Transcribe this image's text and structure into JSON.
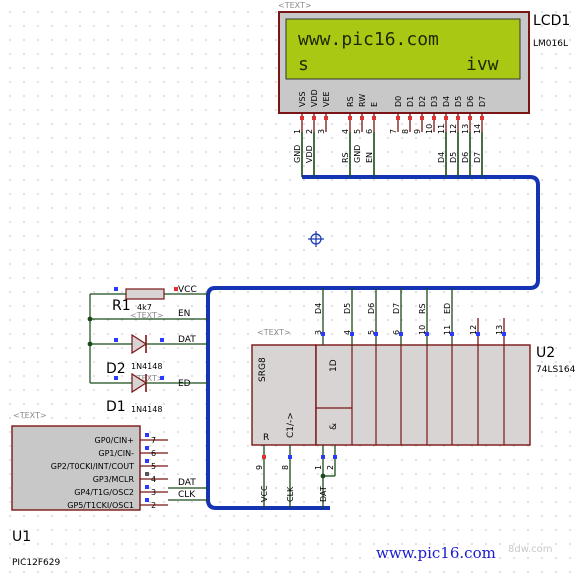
{
  "lcd": {
    "tag": "<TEXT>",
    "name": "LCD1",
    "model": "LM016L",
    "line1": "www.pic16.com",
    "line2_left": "s",
    "line2_right": "ivw",
    "pin_labels": [
      "VSS",
      "VDD",
      "VEE",
      "RS",
      "RW",
      "E",
      "D0",
      "D1",
      "D2",
      "D3",
      "D4",
      "D5",
      "D6",
      "D7"
    ],
    "pin_numbers": [
      "1",
      "2",
      "3",
      "4",
      "5",
      "6",
      "7",
      "8",
      "9",
      "10",
      "11",
      "12",
      "13",
      "14"
    ],
    "net_labels": [
      "GND",
      "VDD",
      "RS",
      "GND",
      "EN",
      "D4",
      "D5",
      "D6",
      "D7"
    ]
  },
  "u2": {
    "tag": "<TEXT>",
    "name": "U2",
    "model": "74LS164",
    "srg": "SRG8",
    "r": "R",
    "c1": "C1/->",
    "one_d": "1D",
    "amp": "&",
    "top_pins": [
      "3",
      "4",
      "5",
      "6",
      "10",
      "11",
      "12",
      "13"
    ],
    "top_nets": [
      "D4",
      "D5",
      "D6",
      "D7",
      "RS",
      "ED"
    ],
    "bottom_pins": [
      "9",
      "8",
      "1",
      "2"
    ],
    "bottom_nets": [
      "VCC",
      "CLK",
      "DAT"
    ]
  },
  "r1": {
    "name": "R1",
    "value": "4k7",
    "tag": "<TEXT>",
    "net_vcc": "VCC",
    "net_en": "EN"
  },
  "d2": {
    "name": "D2",
    "model": "1N4148",
    "tag": "<TEXT>",
    "net": "DAT"
  },
  "d1": {
    "name": "D1",
    "model": "1N4148",
    "net": "ED"
  },
  "u1": {
    "tag": "<TEXT>",
    "name": "U1",
    "model": "PIC12F629",
    "pins": [
      {
        "label": "GP0/CIN+",
        "num": "7"
      },
      {
        "label": "GP1/CIN-",
        "num": "6"
      },
      {
        "label": "GP2/T0CKI/INT/COUT",
        "num": "5"
      },
      {
        "label": "GP3/MCLR",
        "num": "4"
      },
      {
        "label": "GP4/T1G/OSC2",
        "num": "3"
      },
      {
        "label": "GP5/T1CKI/OSC1",
        "num": "2"
      }
    ],
    "nets": [
      "DAT",
      "CLK"
    ]
  },
  "watermark": {
    "site": "www.pic16.com",
    "faded": "8dw.com"
  }
}
